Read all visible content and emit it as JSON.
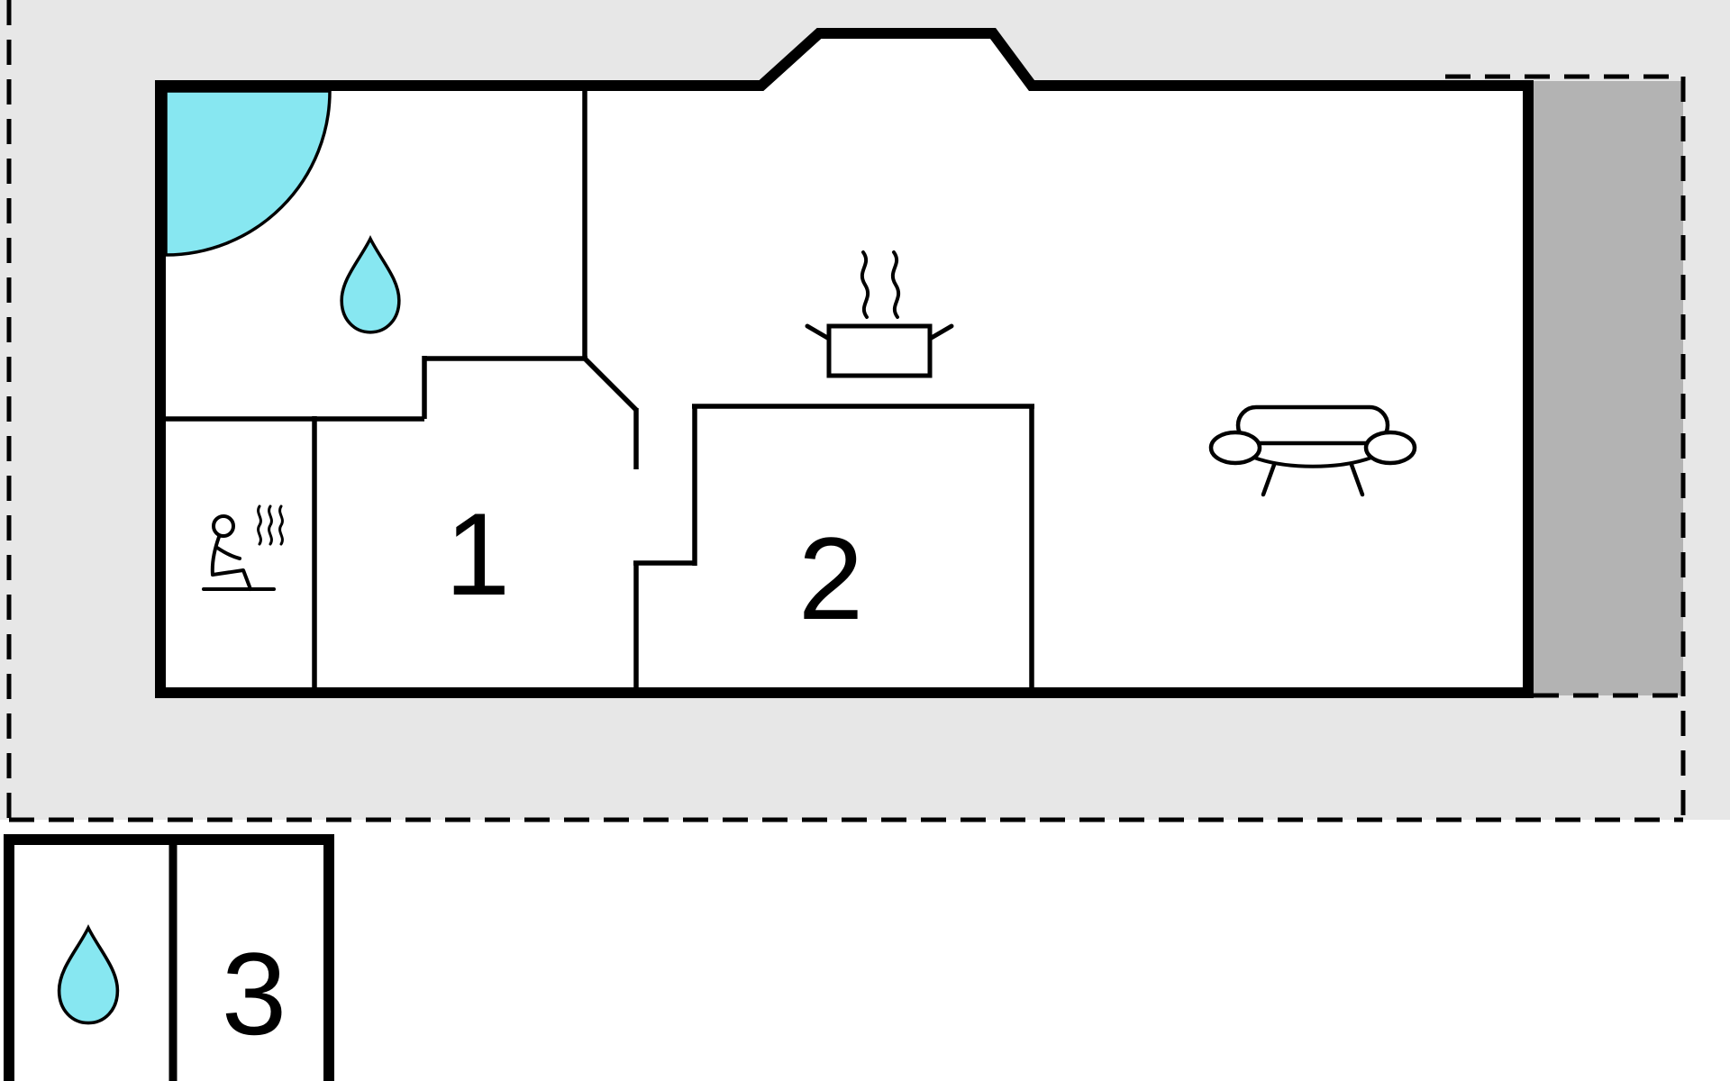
{
  "plan": {
    "colors": {
      "plot_background": "#e7e7e7",
      "terrace": "#b3b3b3",
      "water": "#87e7f1",
      "wall": "#000000",
      "steam": "#8a8a8a",
      "room_fill": "#ffffff"
    },
    "rooms": [
      {
        "label": "1"
      },
      {
        "label": "2"
      },
      {
        "label": "3"
      }
    ],
    "icons": [
      "corner-bath-icon",
      "water-drop-icon",
      "sauna-icon",
      "cooking-pot-icon",
      "steam-icon",
      "sofa-icon",
      "water-drop-icon"
    ]
  }
}
